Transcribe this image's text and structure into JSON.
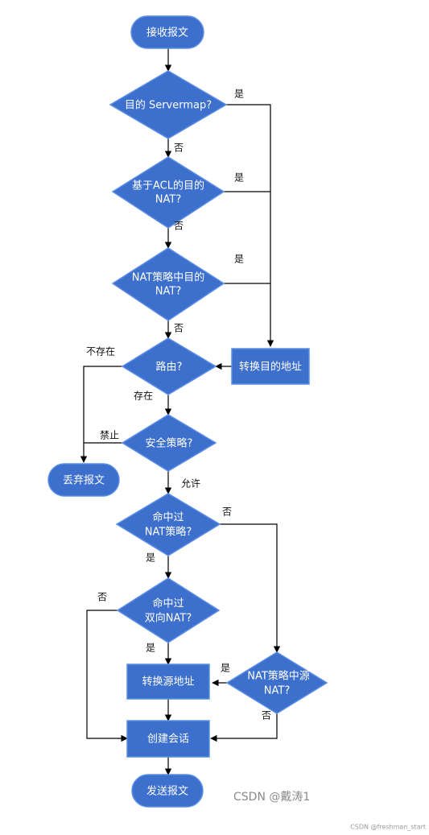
{
  "colors": {
    "node_fill": "#3d6fcc",
    "node_border": "#5b8ee6",
    "line": "#000000"
  },
  "nodes": {
    "receive": "接收报文",
    "servermap": "目的 Servermap?",
    "acl_nat_1": "基于ACL的目的",
    "acl_nat_2": "NAT?",
    "policy_dnat_1": "NAT策略中目的",
    "policy_dnat_2": "NAT?",
    "route": "路由?",
    "translate_dst": "转换目的地址",
    "security": "安全策略?",
    "discard": "丢弃报文",
    "hit_policy_1": "命中过",
    "hit_policy_2": "NAT策略?",
    "hit_bidir_1": "命中过",
    "hit_bidir_2": "双向NAT?",
    "translate_src": "转换源地址",
    "policy_snat_1": "NAT策略中源",
    "policy_snat_2": "NAT?",
    "create_session": "创建会话",
    "send": "发送报文"
  },
  "edge_labels": {
    "servermap_yes": "是",
    "servermap_no": "否",
    "acl_yes": "是",
    "acl_no": "否",
    "policy_dnat_yes": "是",
    "policy_dnat_no": "否",
    "route_not_exist": "不存在",
    "route_exist": "存在",
    "security_deny": "禁止",
    "security_allow": "允许",
    "hit_policy_no": "否",
    "hit_policy_yes": "是",
    "hit_bidir_no": "否",
    "hit_bidir_yes": "是",
    "snat_yes": "是",
    "snat_no": "否"
  },
  "watermark": "CSDN @戴涛1",
  "credit": "CSDN @freshman_start"
}
